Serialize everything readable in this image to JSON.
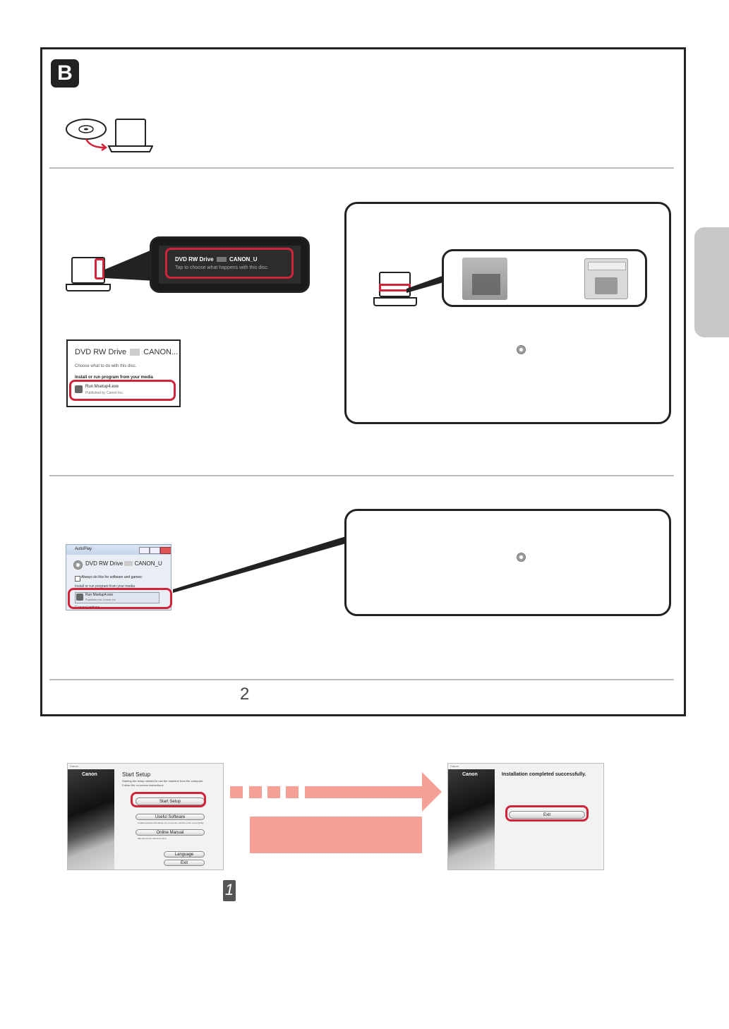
{
  "section": {
    "badge": "B"
  },
  "notification": {
    "title_prefix": "DVD RW Drive",
    "title_suffix": "CANON_U",
    "subtitle": "Tap to choose what happens with this disc."
  },
  "win8_dialog": {
    "title_prefix": "DVD RW Drive",
    "title_suffix": "CANON...",
    "prompt": "Choose what to do with this disc.",
    "group": "Install or run program from your media",
    "option_name": "Run Msetup4.exe",
    "option_publisher": "Published by Canon Inc."
  },
  "autoplay": {
    "window_title": "AutoPlay",
    "drive_prefix": "DVD RW Drive",
    "drive_suffix": "CANON_U",
    "always_label": "Always do this for software and games:",
    "group": "Install or run program from your media",
    "option_name": "Run Msetup4.exe",
    "option_publisher": "Published for Canon Inc.",
    "general": "General options"
  },
  "footer_numeral": "2",
  "setup_screen": {
    "header": "Canon",
    "logo": "Canon",
    "title": "Start Setup",
    "desc1": "Starting the setup needed to use the machine from the computer.",
    "desc2": "Follow the on-screen instructions.",
    "start_button": "Start Setup",
    "useful_button": "Useful Software",
    "useful_desc": "Installs software that allows you to use the machine more conveniently.",
    "manual_button": "Online Manual",
    "manual_desc": "Manual can be checked online.",
    "language_button": "Language",
    "exit_button": "Exit"
  },
  "complete_screen": {
    "header": "Canon",
    "logo": "Canon",
    "message": "Installation completed successfully.",
    "exit_button": "Exit"
  },
  "step_numeral": "1",
  "colors": {
    "red": "#d0243a",
    "arrow": "#f4a094",
    "frame": "#222222"
  }
}
